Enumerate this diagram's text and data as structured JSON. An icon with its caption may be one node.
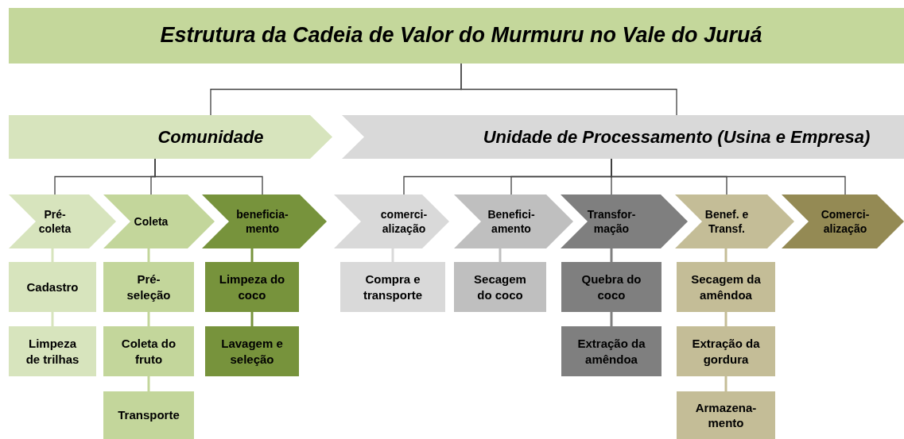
{
  "diagram": {
    "nodes": [
      {
        "text": [
          "Estrutura da Cadeia de Valor do Murmuru no Vale do Juruá"
        ]
      },
      {
        "text": [
          "Comunidade"
        ]
      },
      {
        "text": [
          "Unidade de Processamento (Usina e Empresa)"
        ]
      },
      {
        "text": [
          "Pré- coleta"
        ]
      },
      {
        "text": [
          "Coleta"
        ]
      },
      {
        "text": [
          "beneficia- mento"
        ]
      },
      {
        "text": [
          "comerci- alização"
        ]
      },
      {
        "text": [
          "Benefici- amento"
        ]
      },
      {
        "text": [
          "Transfor- mação"
        ]
      },
      {
        "text": [
          "Benef. e Transf."
        ]
      },
      {
        "text": [
          "Comerci- alização"
        ]
      },
      {
        "text": [
          "Cadastro"
        ]
      },
      {
        "text": [
          "Limpeza de trilhas"
        ]
      },
      {
        "text": [
          "Pré-seleção"
        ]
      },
      {
        "text": [
          "Coleta do fruto"
        ]
      },
      {
        "text": [
          "Transporte"
        ]
      },
      {
        "text": [
          "Limpeza do coco"
        ]
      },
      {
        "text": [
          "Lavagem e seleção"
        ]
      },
      {
        "text": [
          "Compra e transporte"
        ]
      },
      {
        "text": [
          "Secagem do coco"
        ]
      },
      {
        "text": [
          "Quebra do coco"
        ]
      },
      {
        "text": [
          "Extração da amêndoa"
        ]
      },
      {
        "text": [
          "Secagem da amêndoa"
        ]
      },
      {
        "text": [
          "Extração da gordura"
        ]
      },
      {
        "text": [
          "Armazena- mento"
        ]
      }
    ],
    "edges": [
      {
        "from": 0,
        "to": 1,
        "arrow": "none"
      },
      {
        "from": 0,
        "to": 2,
        "arrow": "none"
      },
      {
        "from": 1,
        "to": 3,
        "arrow": "none"
      },
      {
        "from": 1,
        "to": 4,
        "arrow": "none"
      },
      {
        "from": 1,
        "to": 5,
        "arrow": "none"
      },
      {
        "from": 2,
        "to": 6,
        "arrow": "none"
      },
      {
        "from": 2,
        "to": 7,
        "arrow": "none"
      },
      {
        "from": 2,
        "to": 8,
        "arrow": "none"
      },
      {
        "from": 2,
        "to": 9,
        "arrow": "none"
      },
      {
        "from": 2,
        "to": 10,
        "arrow": "none"
      },
      {
        "from": 3,
        "to": 11,
        "arrow": "none",
        "color": "#d7e4bd"
      },
      {
        "from": 11,
        "to": 12,
        "arrow": "none",
        "color": "#d7e4bd"
      },
      {
        "from": 4,
        "to": 13,
        "arrow": "none",
        "color": "#c3d69b"
      },
      {
        "from": 13,
        "to": 14,
        "arrow": "none",
        "color": "#c3d69b"
      },
      {
        "from": 14,
        "to": 15,
        "arrow": "none",
        "color": "#c3d69b"
      },
      {
        "from": 5,
        "to": 16,
        "arrow": "none",
        "color": "#77933c"
      },
      {
        "from": 16,
        "to": 17,
        "arrow": "none",
        "color": "#77933c"
      },
      {
        "from": 6,
        "to": 18,
        "arrow": "none",
        "color": "#d9d9d9"
      },
      {
        "from": 7,
        "to": 19,
        "arrow": "none",
        "color": "#bfbfbf"
      },
      {
        "from": 8,
        "to": 20,
        "arrow": "none",
        "color": "#7f7f7f"
      },
      {
        "from": 20,
        "to": 21,
        "arrow": "none",
        "color": "#7f7f7f"
      },
      {
        "from": 9,
        "to": 22,
        "arrow": "none",
        "color": "#c4bd97"
      },
      {
        "from": 22,
        "to": 23,
        "arrow": "none",
        "color": "#c4bd97"
      },
      {
        "from": 23,
        "to": 24,
        "arrow": "none",
        "color": "#c4bd97"
      }
    ]
  }
}
